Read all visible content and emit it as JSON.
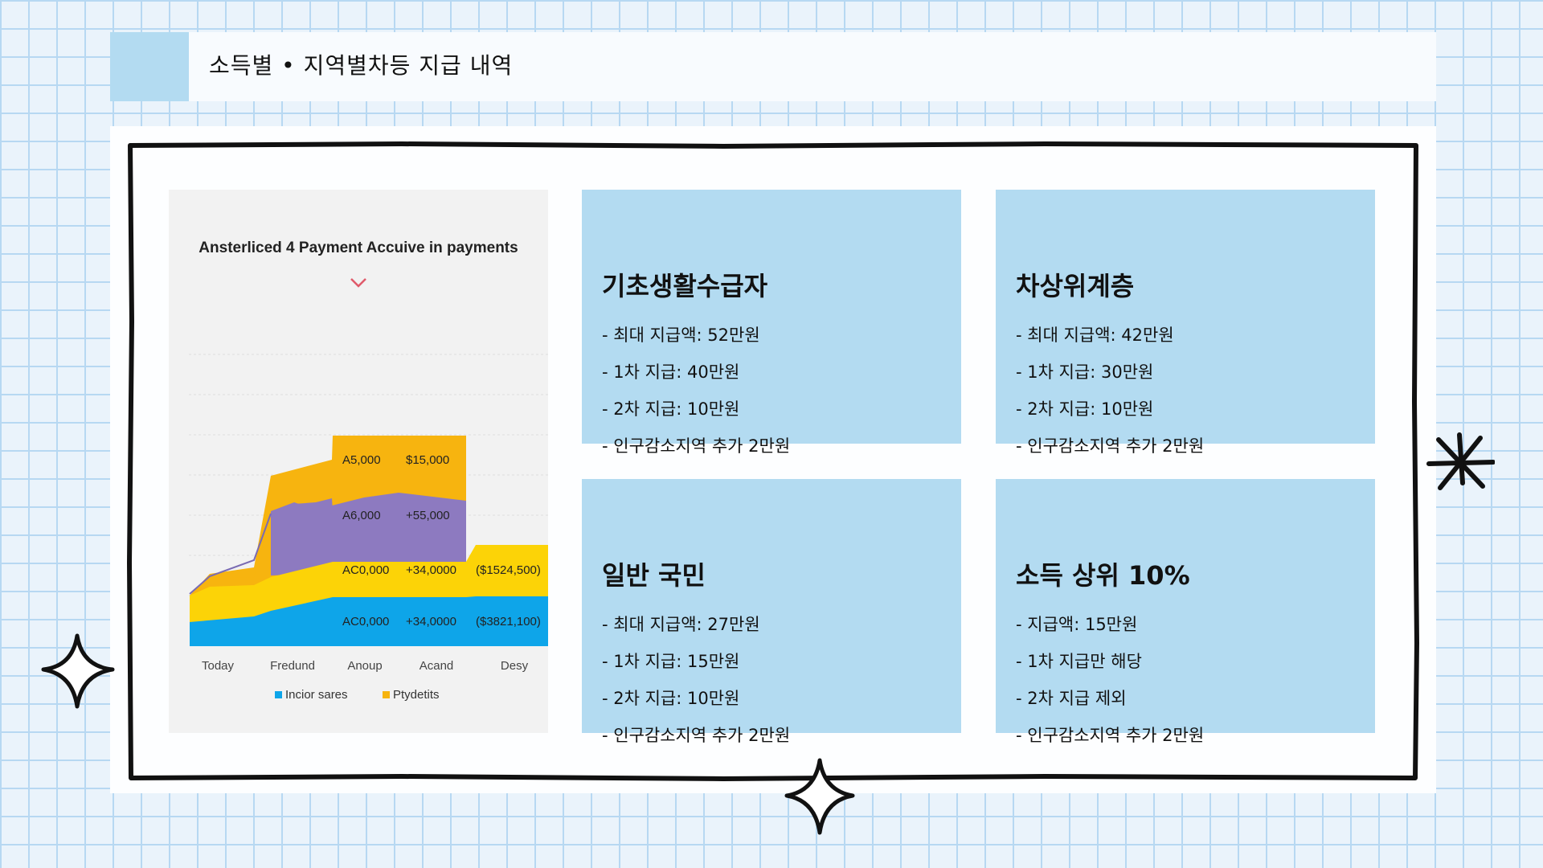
{
  "page": {
    "title": "소득별 • 지역별차등 지급 내역"
  },
  "chart_data": {
    "type": "area",
    "title": "Ansterliced 4 Payment Accuive in payments",
    "categories": [
      "Today",
      "Fredund",
      "Anoup",
      "Acand",
      "Desy"
    ],
    "legend": [
      "Incior sares",
      "Ptydetits"
    ],
    "legend_position": "bottom",
    "colors": {
      "blue": "#0ea5e9",
      "yellow": "#fcd307",
      "purple": "#8d7ac0",
      "orange": "#f7b40f"
    },
    "labels": [
      {
        "name": "A5,000",
        "value": "$15,000"
      },
      {
        "name": "A6,000",
        "value": "+55,000"
      },
      {
        "name": "AC0,000",
        "value": "+34,0000",
        "extra": "($1524,500)"
      },
      {
        "name": "AC0,000",
        "value": "+34,0000",
        "extra": "($3821,100)"
      }
    ]
  },
  "cards": [
    {
      "title": "기초생활수급자",
      "lines": [
        "- 최대 지급액: 52만원",
        "- 1차 지급: 40만원",
        "- 2차 지급: 10만원",
        "- 인구감소지역 추가 2만원"
      ]
    },
    {
      "title": "차상위계층",
      "lines": [
        "- 최대 지급액: 42만원",
        "- 1차 지급: 30만원",
        "- 2차 지급: 10만원",
        "- 인구감소지역 추가 2만원"
      ]
    },
    {
      "title": "일반 국민",
      "lines": [
        "- 최대 지급액: 27만원",
        "- 1차 지급: 15만원",
        "- 2차 지급: 10만원",
        "- 인구감소지역 추가 2만원"
      ]
    },
    {
      "title": "소득 상위 10%",
      "lines": [
        "- 지급액: 15만원",
        "- 1차 지급만 해당",
        "- 2차 지급 제외",
        "- 인구감소지역 추가 2만원"
      ]
    }
  ],
  "decorations": {
    "icons": [
      "asterisk-icon",
      "sparkle-star-icon",
      "sparkle-star-icon"
    ]
  }
}
